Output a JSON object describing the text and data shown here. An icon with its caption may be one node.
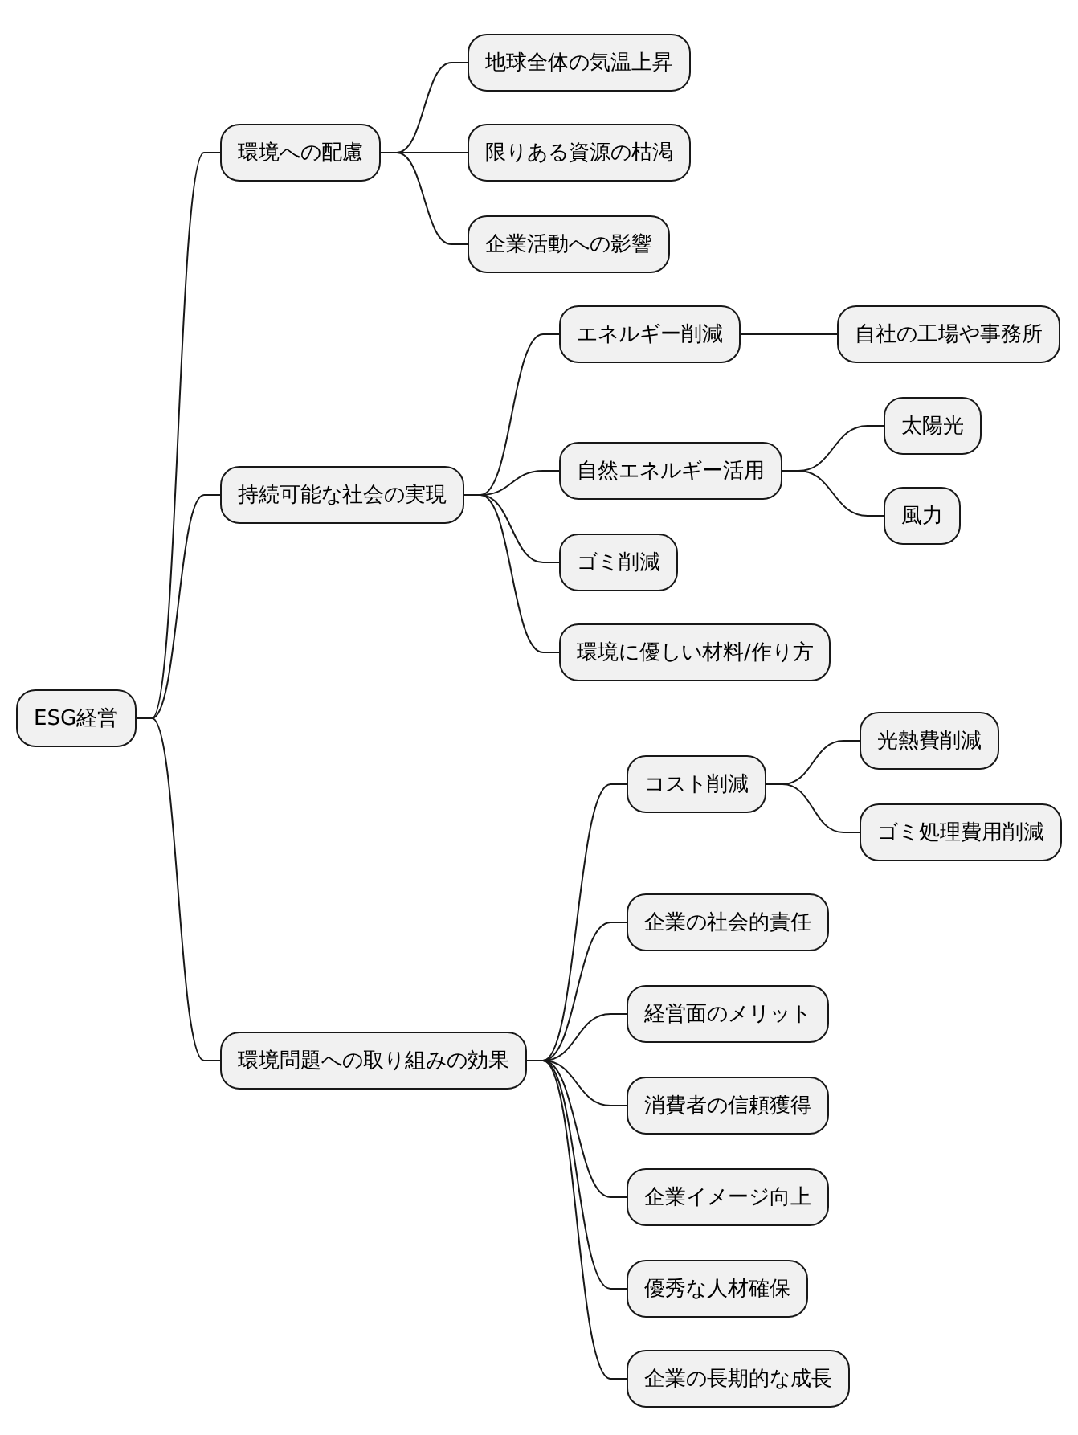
{
  "diagram": {
    "nodes": [
      {
        "text": [
          "ESG経営"
        ]
      },
      {
        "text": [
          "環境への配慮"
        ]
      },
      {
        "text": [
          "地球全体の気温上昇"
        ]
      },
      {
        "text": [
          "限りある資源の枯渇"
        ]
      },
      {
        "text": [
          "企業活動への影響"
        ]
      },
      {
        "text": [
          "持続可能な社会の実現"
        ]
      },
      {
        "text": [
          "エネルギー削減"
        ]
      },
      {
        "text": [
          "自社の工場や事務所"
        ]
      },
      {
        "text": [
          "自然エネルギー活用"
        ]
      },
      {
        "text": [
          "太陽光"
        ]
      },
      {
        "text": [
          "風力"
        ]
      },
      {
        "text": [
          "ゴミ削減"
        ]
      },
      {
        "text": [
          "環境に優しい材料/作り方"
        ]
      },
      {
        "text": [
          "環境問題への取り組みの効果"
        ]
      },
      {
        "text": [
          "コスト削減"
        ]
      },
      {
        "text": [
          "光熱費削減"
        ]
      },
      {
        "text": [
          "ゴミ処理費用削減"
        ]
      },
      {
        "text": [
          "企業の社会的責任"
        ]
      },
      {
        "text": [
          "経営面のメリット"
        ]
      },
      {
        "text": [
          "消費者の信頼獲得"
        ]
      },
      {
        "text": [
          "企業イメージ向上"
        ]
      },
      {
        "text": [
          "優秀な人材確保"
        ]
      },
      {
        "text": [
          "企業の長期的な成長"
        ]
      }
    ],
    "edges": [
      {
        "from": 0,
        "to": 1,
        "arrow": "none"
      },
      {
        "from": 1,
        "to": 2,
        "arrow": "none"
      },
      {
        "from": 1,
        "to": 3,
        "arrow": "none"
      },
      {
        "from": 1,
        "to": 4,
        "arrow": "none"
      },
      {
        "from": 0,
        "to": 5,
        "arrow": "none"
      },
      {
        "from": 5,
        "to": 6,
        "arrow": "none"
      },
      {
        "from": 6,
        "to": 7,
        "arrow": "none"
      },
      {
        "from": 5,
        "to": 8,
        "arrow": "none"
      },
      {
        "from": 8,
        "to": 9,
        "arrow": "none"
      },
      {
        "from": 8,
        "to": 10,
        "arrow": "none"
      },
      {
        "from": 5,
        "to": 11,
        "arrow": "none"
      },
      {
        "from": 5,
        "to": 12,
        "arrow": "none"
      },
      {
        "from": 0,
        "to": 13,
        "arrow": "none"
      },
      {
        "from": 13,
        "to": 14,
        "arrow": "none"
      },
      {
        "from": 14,
        "to": 15,
        "arrow": "none"
      },
      {
        "from": 14,
        "to": 16,
        "arrow": "none"
      },
      {
        "from": 13,
        "to": 17,
        "arrow": "none"
      },
      {
        "from": 13,
        "to": 18,
        "arrow": "none"
      },
      {
        "from": 13,
        "to": 19,
        "arrow": "none"
      },
      {
        "from": 13,
        "to": 20,
        "arrow": "none"
      },
      {
        "from": 13,
        "to": 21,
        "arrow": "none"
      },
      {
        "from": 13,
        "to": 22,
        "arrow": "none"
      }
    ]
  }
}
